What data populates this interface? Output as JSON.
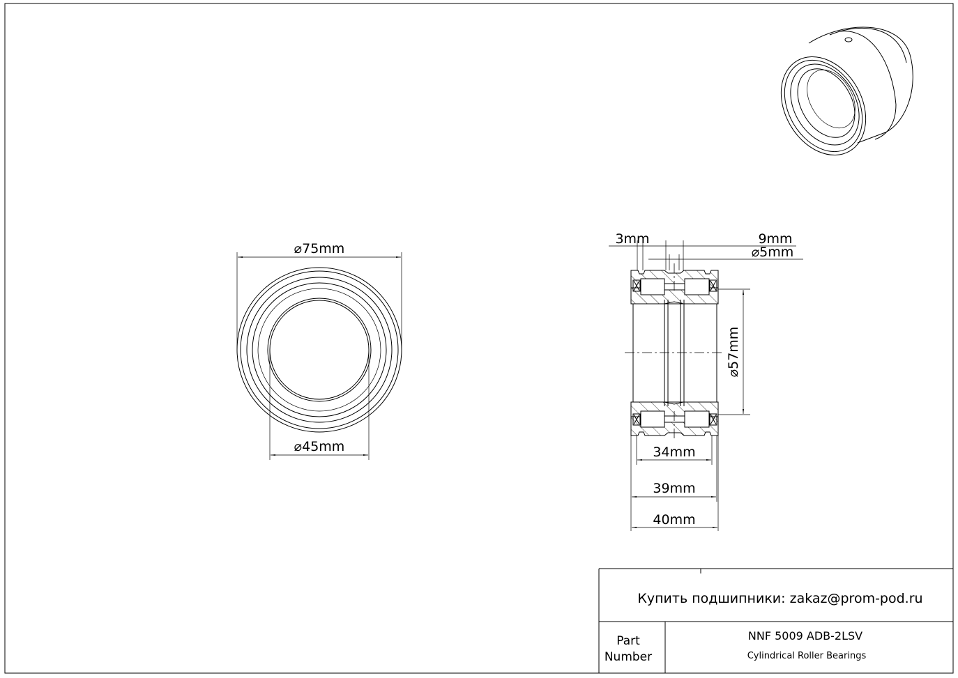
{
  "drawing": {
    "dimensions": {
      "outer_diameter": "⌀75mm",
      "bore_diameter": "⌀45mm",
      "groove_width_small": "3mm",
      "groove_width": "9mm",
      "hole_diameter": "⌀5mm",
      "inner_diameter_57": "⌀57mm",
      "width_34": "34mm",
      "width_39": "39mm",
      "width_40": "40mm"
    }
  },
  "title_block": {
    "contact": "Купить подшипники: zakaz@prom-pod.ru",
    "part_label_line1": "Part",
    "part_label_line2": "Number",
    "part_number": "NNF 5009 ADB-2LSV",
    "part_type": "Cylindrical Roller Bearings"
  }
}
